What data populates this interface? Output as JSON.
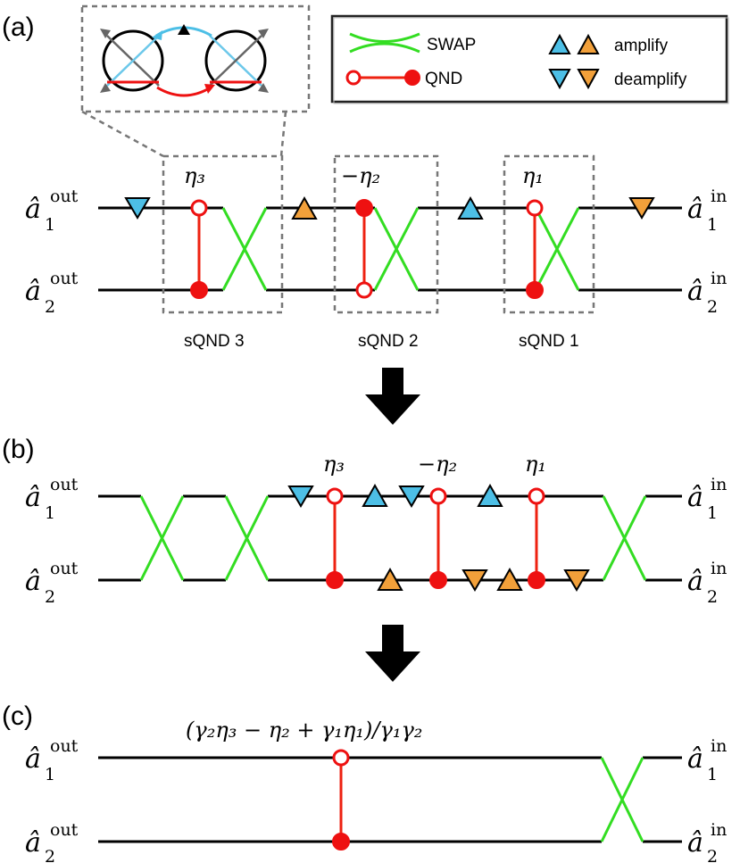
{
  "panels": {
    "a": "(a)",
    "b": "(b)",
    "c": "(c)"
  },
  "legend": {
    "swap_label": "SWAP",
    "qnd_label": "QND",
    "amplify_label": "amplify",
    "deamplify_label": "deamplify"
  },
  "wire_labels": {
    "a_hat": "â",
    "out_sup": "out",
    "in_sup": "in",
    "sub1": "1",
    "sub2": "2"
  },
  "panel_a": {
    "eta3": "η₃",
    "eta2": "−η₂",
    "eta1": "η₁",
    "box3": "sQND 3",
    "box2": "sQND 2",
    "box1": "sQND 1"
  },
  "panel_b": {
    "eta3": "η₃",
    "eta2": "−η₂",
    "eta1": "η₁"
  },
  "panel_c": {
    "formula": "(γ₂η₃ − η₂ + γ₁η₁)/γ₁γ₂"
  },
  "colors": {
    "swap": "#33dd22",
    "qnd": "#ee1111",
    "amplify_blue": "#4dbfe6",
    "amplify_orange": "#f2a03a"
  }
}
